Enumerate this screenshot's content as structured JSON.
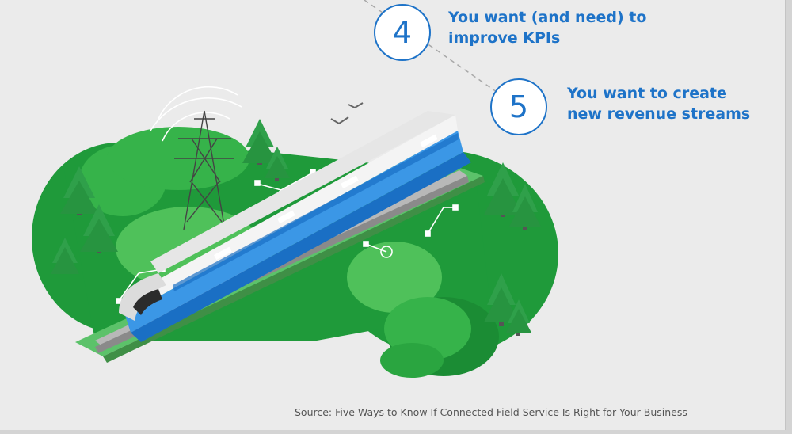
{
  "steps": [
    {
      "number": "4",
      "text_line1": "You want (and need) to",
      "text_line2": "improve KPIs"
    },
    {
      "number": "5",
      "text_line1": "You want to create",
      "text_line2": "new revenue streams"
    }
  ],
  "source": "Source: Five Ways to Know If Connected Field Service Is Right for Your Business",
  "colors": {
    "accent": "#1e73c8",
    "background": "#ebebeb",
    "grass_dark": "#1f9a3a",
    "grass_light": "#4fc15a",
    "train_blue": "#3b97e6"
  },
  "illustration": {
    "subject": "high-speed-train-on-island",
    "elements": [
      "train",
      "trees",
      "power-pylon",
      "birds",
      "sensor-nodes",
      "railway-track"
    ]
  }
}
